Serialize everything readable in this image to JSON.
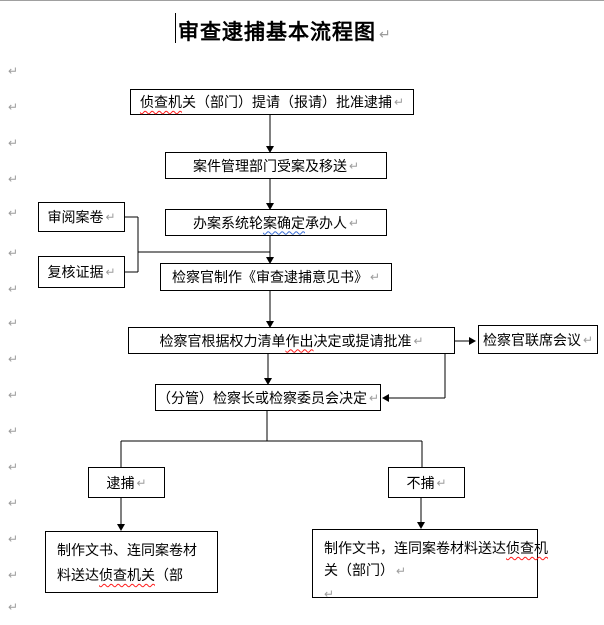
{
  "page": {
    "title": "审查逮捕基本流程图"
  },
  "marks": {
    "glyph": "↵"
  },
  "nodes": {
    "n1": {
      "wavy": "侦查机",
      "post": "关（部门）提请（报请）批准逮捕"
    },
    "n2": {
      "label": "案件管理部门受案及移送"
    },
    "side1": {
      "label": "审阅案卷"
    },
    "side2": {
      "label": "复核证据"
    },
    "n3": {
      "pre": "办案系统轮",
      "wavy": "案确定",
      "post": "承办人"
    },
    "n4": {
      "label": "检察官制作《审查逮捕意见书》"
    },
    "n5": {
      "pre": "检察官根据权力清单",
      "wavy": "作出",
      "post": "决定或提请批准"
    },
    "joint": {
      "label": "检察官联席会议"
    },
    "n6": {
      "label": "（分管）检察长或检察委员会决定"
    },
    "arrest": {
      "label": "逮捕"
    },
    "no_arrest": {
      "label": "不捕"
    },
    "doc_left": {
      "line1": "制作文书、连同案卷材",
      "line2_pre": "料送达",
      "line2_wavy": "侦查机关",
      "line2_post": "（部"
    },
    "doc_right": {
      "line1_pre": "制作文书，连同案卷材料送达",
      "line1_wavy": "侦查机",
      "line2": "关（部门）"
    }
  },
  "colors": {
    "line": "#000000",
    "spell_error_underline": "#ff1a1a",
    "grammar_error_underline": "#3b6fd4",
    "paragraph_mark": "#9c9c9c"
  }
}
